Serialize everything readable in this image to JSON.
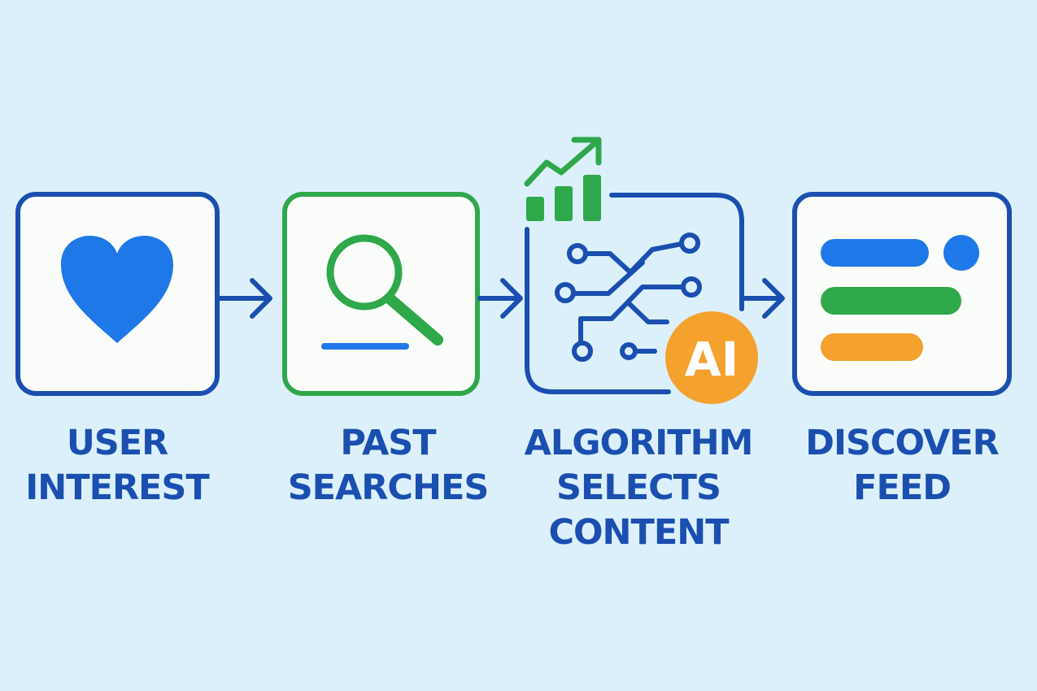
{
  "steps": [
    {
      "icon": "heart-icon",
      "lines": [
        "USER",
        "INTEREST"
      ]
    },
    {
      "icon": "search-icon",
      "lines": [
        "PAST",
        "SEARCHES"
      ]
    },
    {
      "icon": "circuit-icon",
      "lines": [
        "ALGORITHM",
        "SELECTS",
        "CONTENT"
      ],
      "badge": "AI"
    },
    {
      "icon": "feed-icon",
      "lines": [
        "DISCOVER",
        "FEED"
      ]
    }
  ],
  "colors": {
    "background": "#dcf0fb",
    "dark_blue": "#1a4fb0",
    "blue": "#1f78e8",
    "green": "#2ea84a",
    "orange": "#f4a12e"
  }
}
